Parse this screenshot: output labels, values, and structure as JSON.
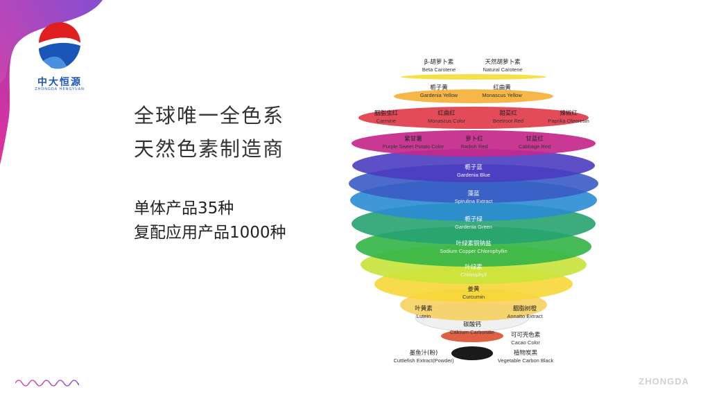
{
  "logo": {
    "brand_cn": "中大恒源",
    "brand_en": "ZHONGDA HENGYUAN"
  },
  "headline": [
    "全球唯一全色系",
    "天然色素制造商"
  ],
  "stats": [
    "单体产品35种",
    "复配应用产品1000种"
  ],
  "footer_brand": "ZHONGDA",
  "colors": {
    "corner_pink": "#e0319a",
    "corner_purple": "#7a3fd0",
    "logo_blue": "#1a56b8",
    "logo_red": "#e02020"
  },
  "pigments": [
    {
      "cn": "β-胡萝卜素",
      "en": "Beta Carotene"
    },
    {
      "cn": "天然胡萝卜素",
      "en": "Natural Carotene"
    },
    {
      "cn": "栀子黄",
      "en": "Gardenia Yellow"
    },
    {
      "cn": "红曲黄",
      "en": "Monascus Yellow"
    },
    {
      "cn": "胭脂虫红",
      "en": "Carmine"
    },
    {
      "cn": "红曲红",
      "en": "Monascus Color"
    },
    {
      "cn": "甜菜红",
      "en": "Beetroot Red"
    },
    {
      "cn": "辣椒红",
      "en": "Paprika Oleoresin"
    },
    {
      "cn": "紫甘薯",
      "en": "Purple Sweet Potato Color"
    },
    {
      "cn": "萝卜红",
      "en": "Radish Red"
    },
    {
      "cn": "甘蓝红",
      "en": "Cabbage Red"
    },
    {
      "cn": "栀子蓝",
      "en": "Gardenia Blue"
    },
    {
      "cn": "藻蓝",
      "en": "Spirulina Extract"
    },
    {
      "cn": "栀子绿",
      "en": "Gardenia Green"
    },
    {
      "cn": "叶绿素铜钠盐",
      "en": "Sodium Copper Chlorophyllin"
    },
    {
      "cn": "叶绿素",
      "en": "Chlorophyll"
    },
    {
      "cn": "姜黄",
      "en": "Curcumin"
    },
    {
      "cn": "叶黄素",
      "en": "Lutein"
    },
    {
      "cn": "胭脂树橙",
      "en": "Annatto Extract"
    },
    {
      "cn": "碳酸钙",
      "en": "Calcium Carbonate"
    },
    {
      "cn": "可可壳色素",
      "en": "Cacao Color"
    },
    {
      "cn": "墨鱼汁(粉)",
      "en": "Cuttlefish Extract(Powder)"
    },
    {
      "cn": "植物炭黑",
      "en": "Vegetable Carbon Black"
    }
  ]
}
